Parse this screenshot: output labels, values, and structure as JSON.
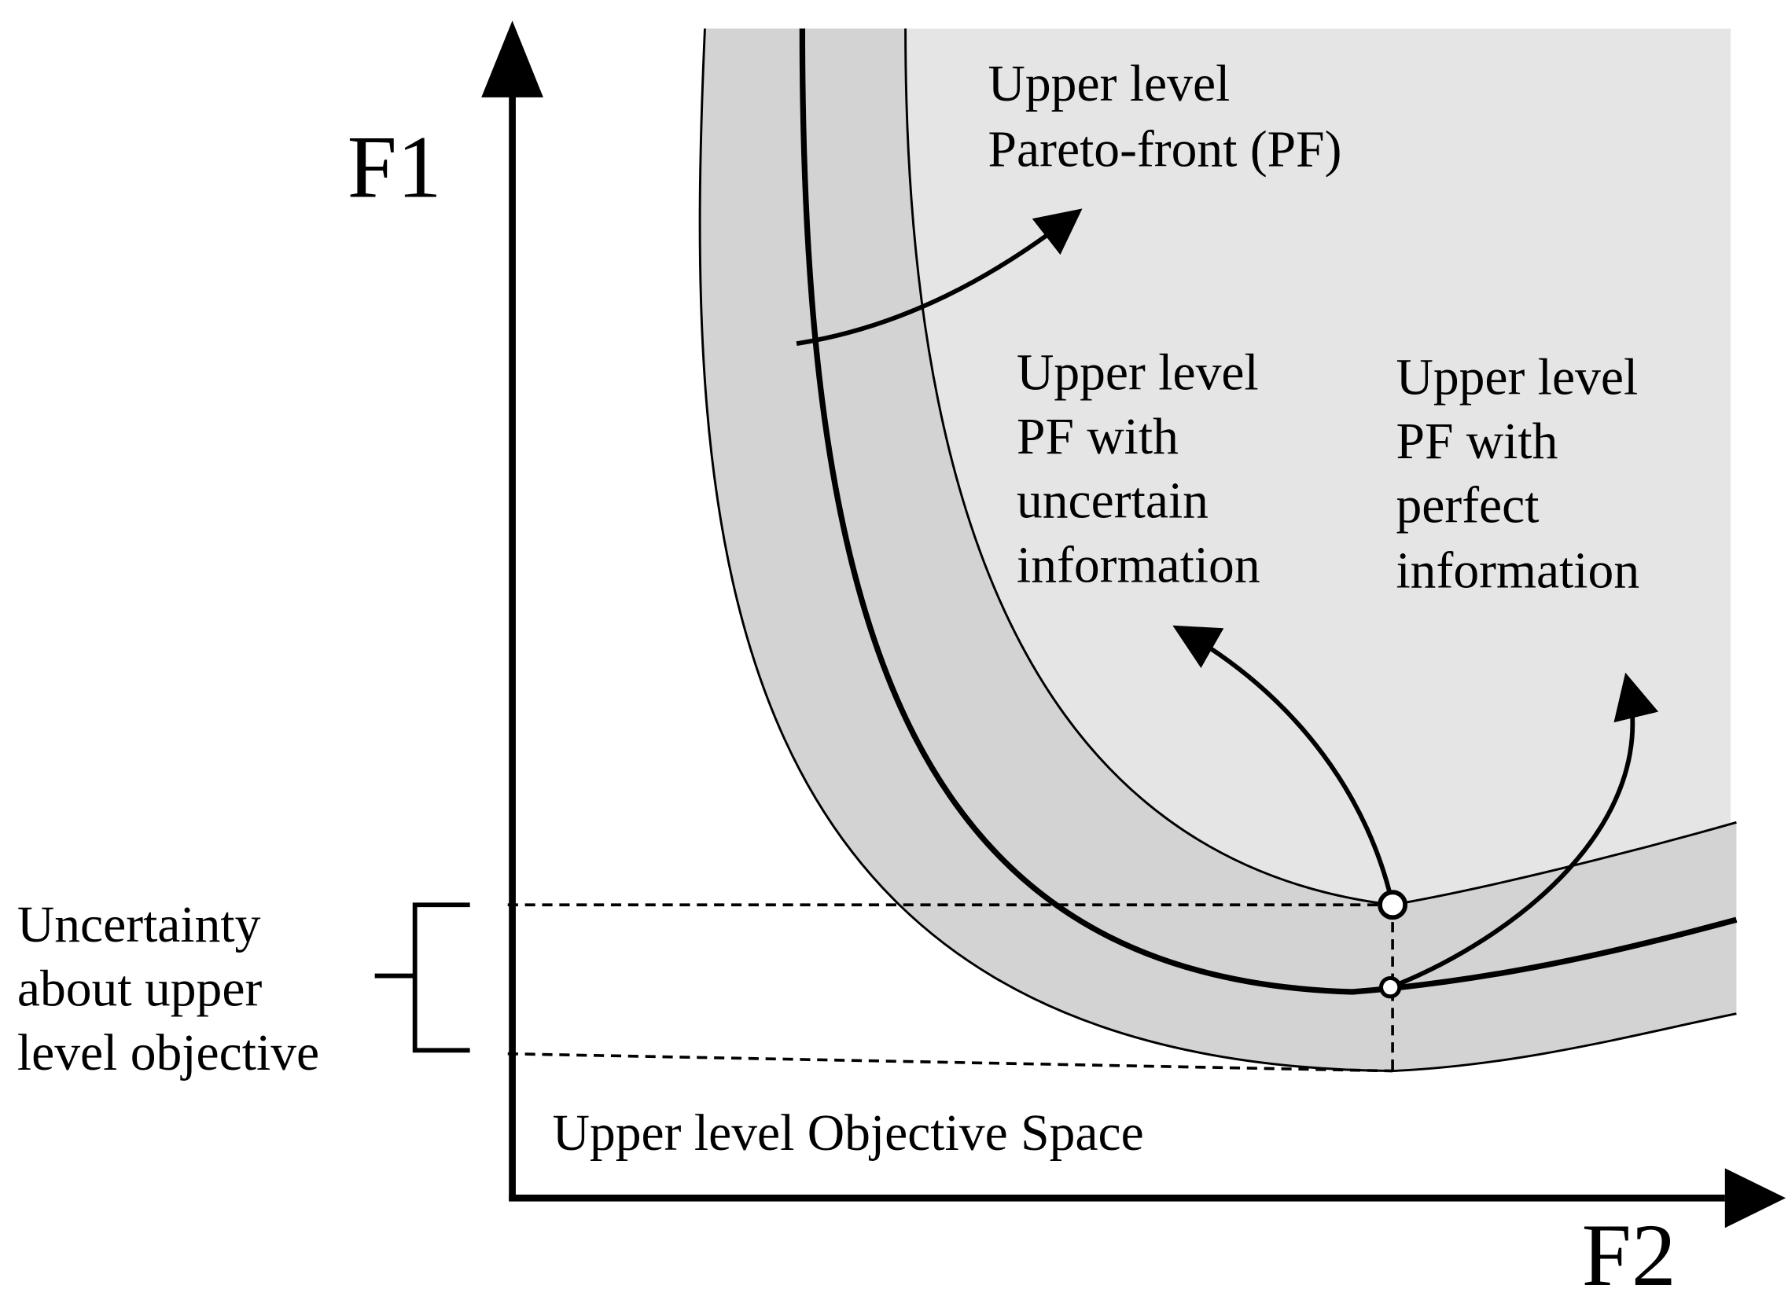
{
  "axes": {
    "y_label": "F1",
    "x_label": "F2"
  },
  "space_label": "Upper level Objective Space",
  "callouts": {
    "pareto_front": [
      "Upper level",
      "Pareto-front (PF)"
    ],
    "uncertain": [
      "Upper level",
      "PF with",
      "uncertain",
      "information"
    ],
    "perfect": [
      "Upper level",
      "PF with",
      "perfect",
      "information"
    ]
  },
  "bracket_label": [
    "Uncertainty",
    "about upper",
    "level objective"
  ],
  "colors": {
    "outer_fill": "#e5e5e5",
    "band_fill": "#d3d3d3",
    "stroke": "#000000",
    "background": "#ffffff"
  }
}
